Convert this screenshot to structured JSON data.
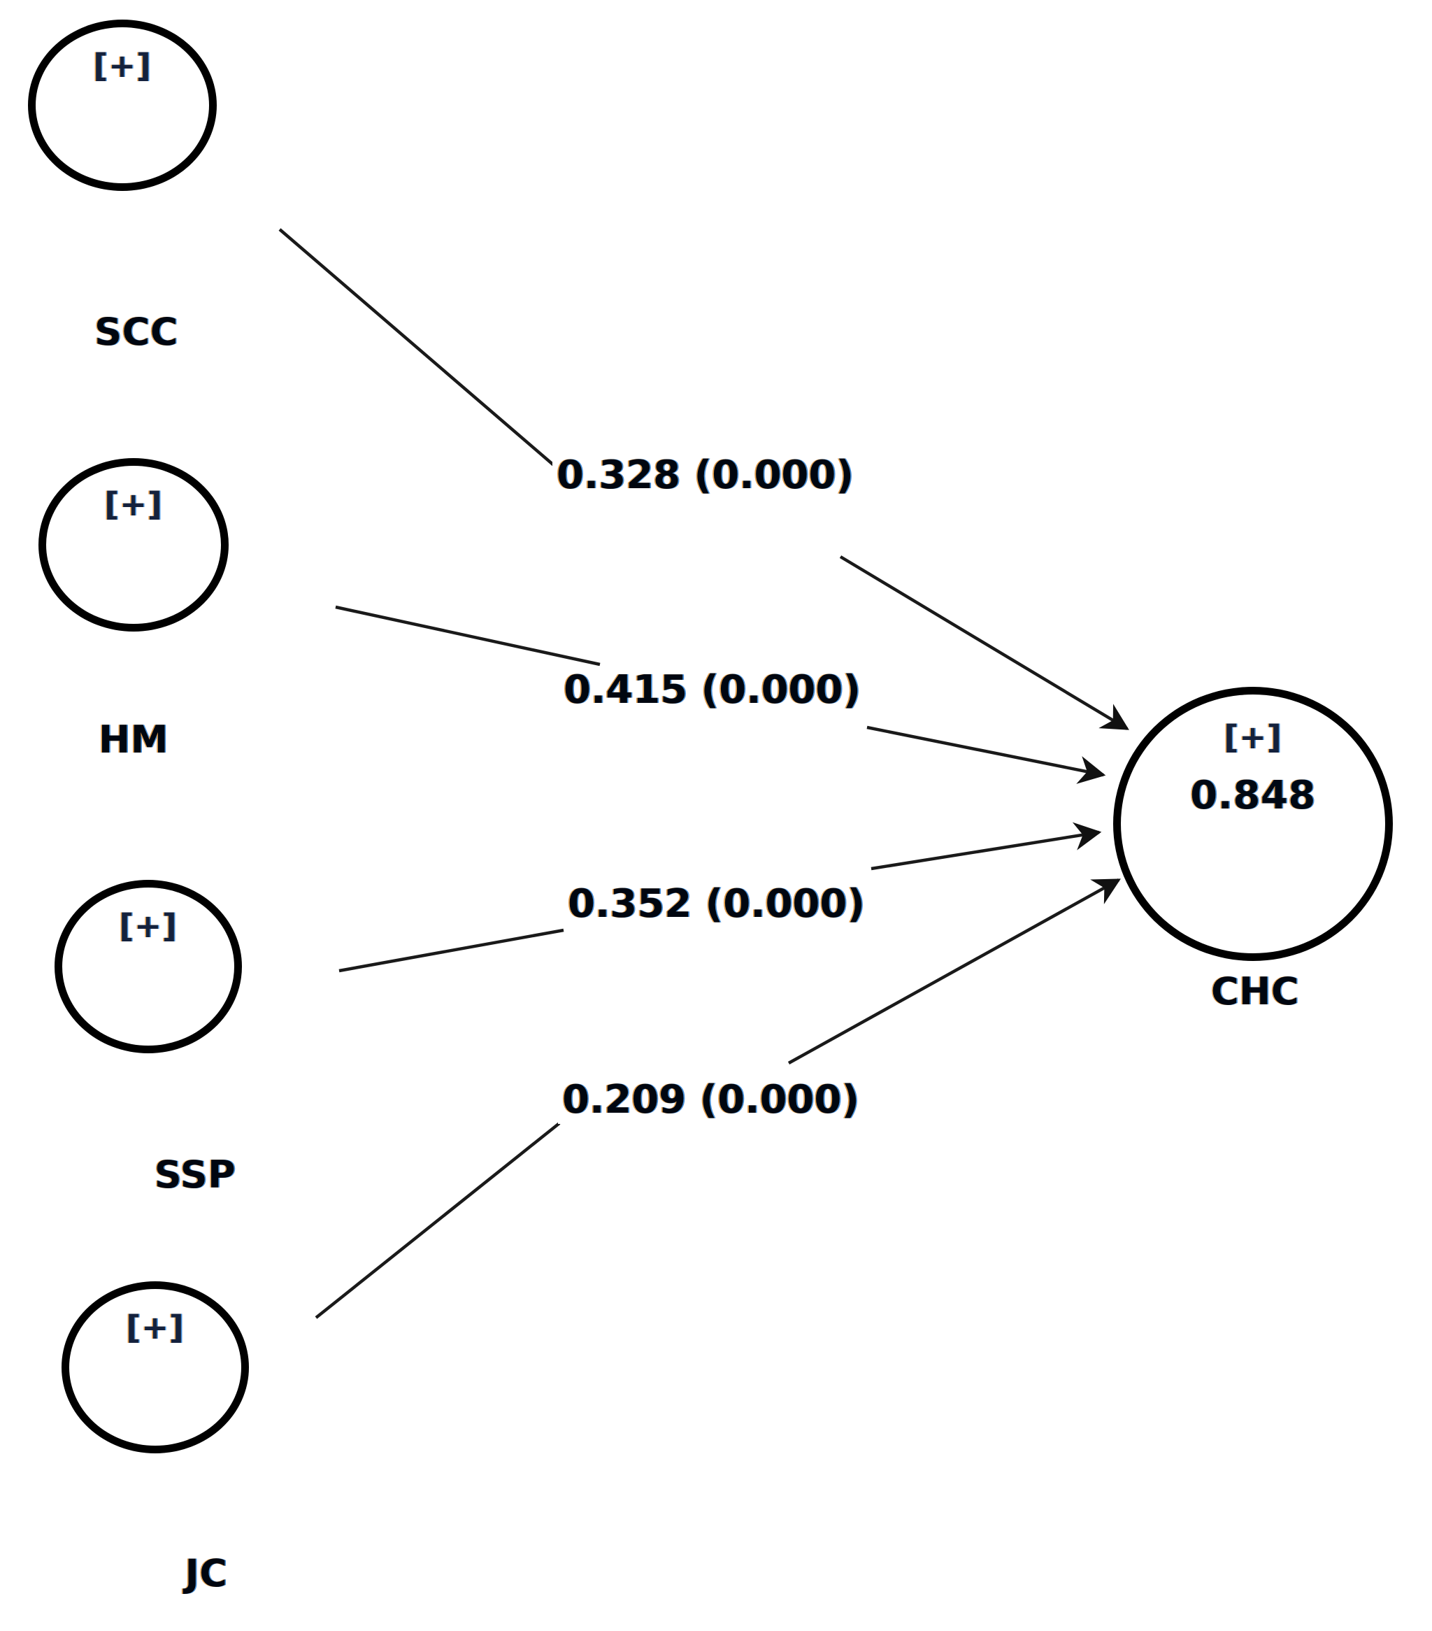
{
  "diagram": {
    "type": "pls-sem-path-model",
    "background_color": "#ffffff",
    "line_color": "#1a1a1a",
    "node_border_color": "#000000"
  },
  "nodes": [
    {
      "id": "SCC",
      "caption": "SCC",
      "sign_tag": "[+]",
      "role": "exogenous",
      "r2": null
    },
    {
      "id": "HM",
      "caption": "HM",
      "sign_tag": "[+]",
      "role": "exogenous",
      "r2": null
    },
    {
      "id": "SSP",
      "caption": "SSP",
      "sign_tag": "[+]",
      "role": "exogenous",
      "r2": null
    },
    {
      "id": "JC",
      "caption": "JC",
      "sign_tag": "[+]",
      "role": "exogenous",
      "r2": null
    },
    {
      "id": "CHC",
      "caption": "CHC",
      "sign_tag": "[+]",
      "role": "endogenous",
      "r2": "0.848"
    }
  ],
  "paths": [
    {
      "from": "SCC",
      "to": "CHC",
      "coefficient": "0.328",
      "p_value": "(0.000)",
      "label": "0.328 (0.000)"
    },
    {
      "from": "HM",
      "to": "CHC",
      "coefficient": "0.415",
      "p_value": "(0.000)",
      "label": "0.415 (0.000)"
    },
    {
      "from": "SSP",
      "to": "CHC",
      "coefficient": "0.352",
      "p_value": "(0.000)",
      "label": "0.352 (0.000)"
    },
    {
      "from": "JC",
      "to": "CHC",
      "coefficient": "0.209",
      "p_value": "(0.000)",
      "label": "0.209 (0.000)"
    }
  ]
}
